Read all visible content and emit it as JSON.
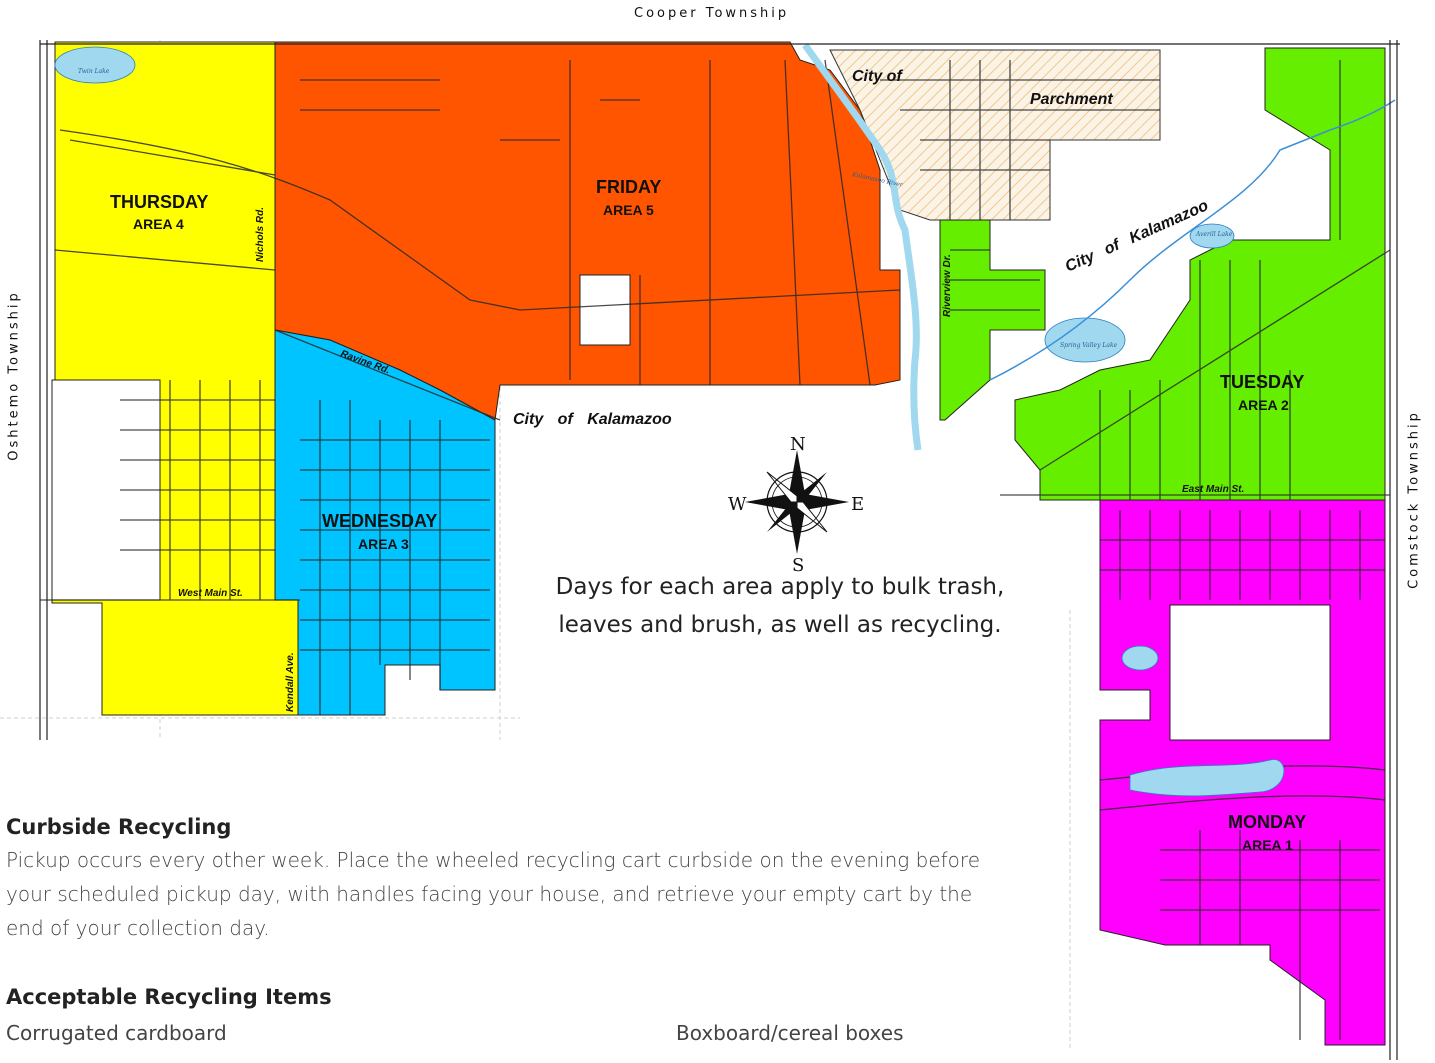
{
  "map": {
    "townships": {
      "north": "Cooper Township",
      "west": "Oshtemo Township",
      "east": "Comstock Township"
    },
    "cities": {
      "parchment_line1": "City of",
      "parchment_line2": "Parchment",
      "kalamazoo_center": "City of Kalamazoo",
      "kalamazoo_northeast": "City of Kalamazoo"
    },
    "areas": [
      {
        "day": "MONDAY",
        "area": "AREA 1",
        "color": "#ff00ff"
      },
      {
        "day": "TUESDAY",
        "area": "AREA 2",
        "color": "#66ee00"
      },
      {
        "day": "WEDNESDAY",
        "area": "AREA 3",
        "color": "#00c4ff"
      },
      {
        "day": "THURSDAY",
        "area": "AREA 4",
        "color": "#ffff00"
      },
      {
        "day": "FRIDAY",
        "area": "AREA 5",
        "color": "#ff5500"
      }
    ],
    "roads": {
      "nichols": "Nichols Rd.",
      "ravine": "Ravine Rd.",
      "riverview": "Riverview Dr.",
      "east_main": "East Main St.",
      "west_main": "West Main St.",
      "kendall": "Kendall Ave."
    },
    "water": {
      "twin_lake": "Twin Lake",
      "kalamazoo_river": "Kalamazoo River",
      "averill_lake": "Averill Lake",
      "spring_valley_lake": "Spring Valley Lake"
    },
    "compass": {
      "n": "N",
      "s": "S",
      "e": "E",
      "w": "W"
    },
    "note": "Days for each area apply to bulk trash, leaves and brush, as well as recycling."
  },
  "curbside": {
    "heading": "Curbside Recycling",
    "body": "Pickup occurs every other week. Place the wheeled recycling cart curbside on the evening before your scheduled pickup day, with handles facing your house, and retrieve your empty cart by the end of your collection day."
  },
  "acceptable": {
    "heading": "Acceptable Recycling Items",
    "items": [
      "Corrugated cardboard",
      "Boxboard/cereal boxes"
    ]
  }
}
